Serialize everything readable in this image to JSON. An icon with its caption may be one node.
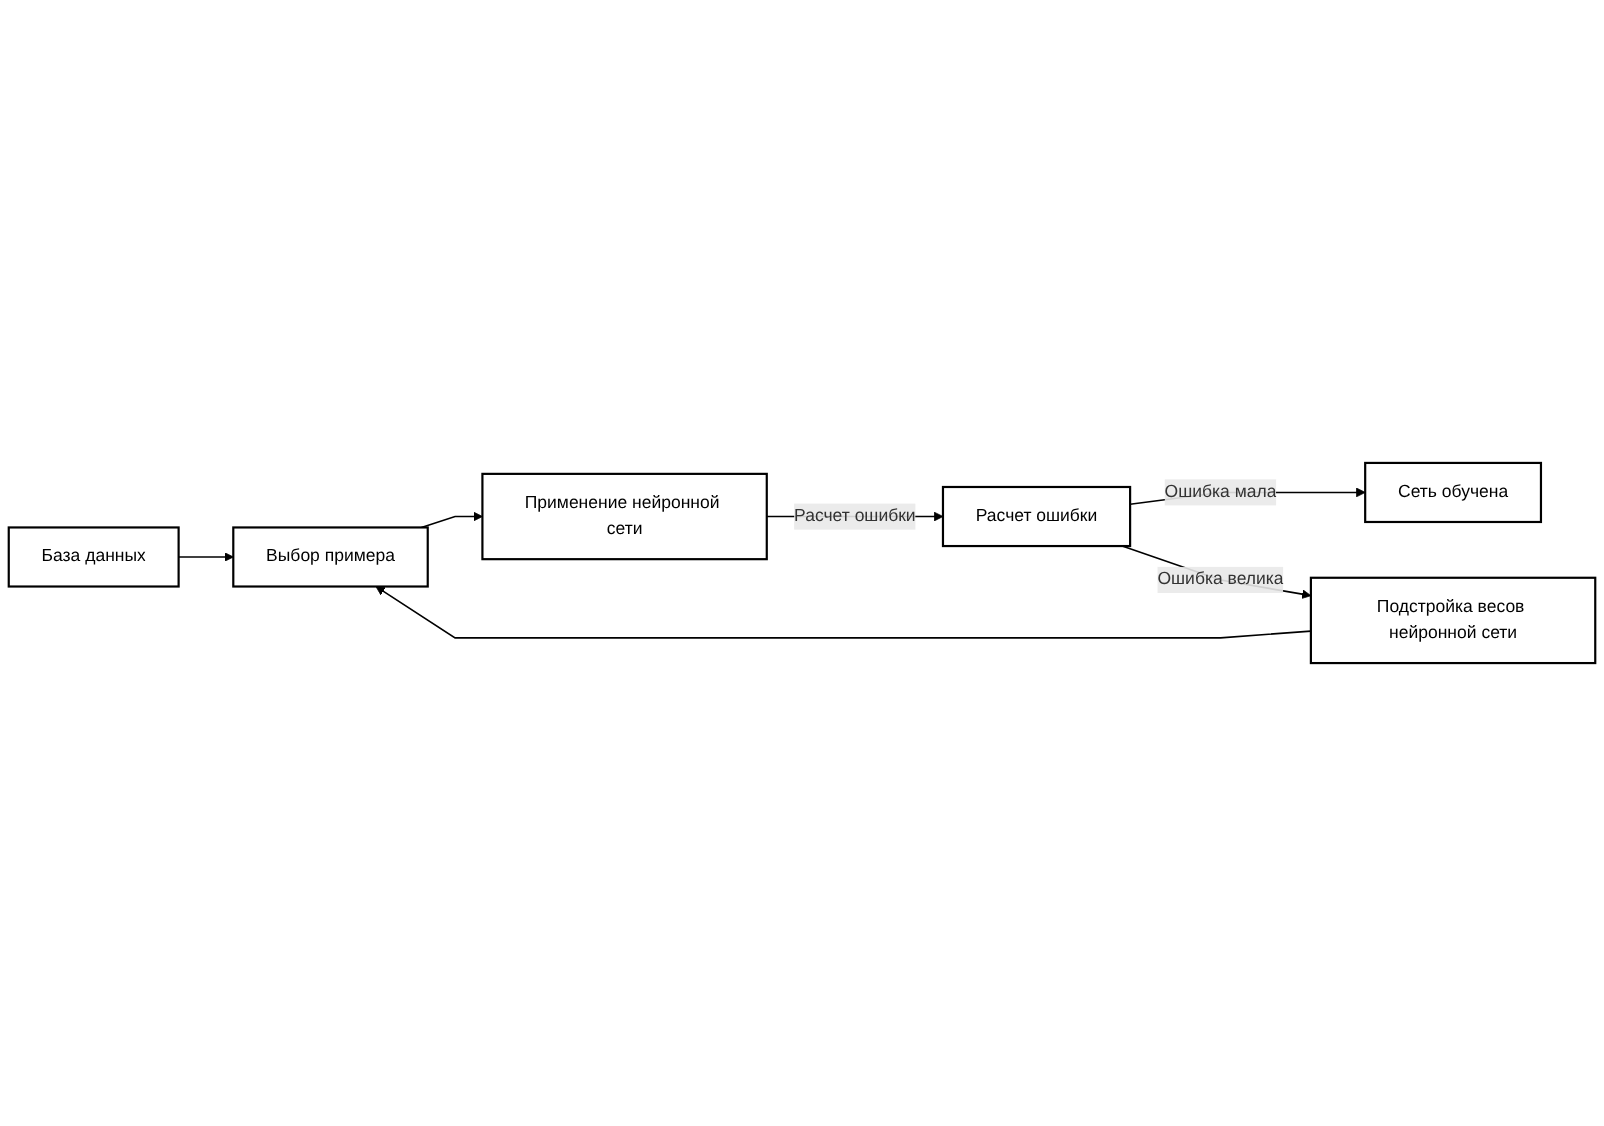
{
  "diagram": {
    "nodes": [
      {
        "text": [
          "База данных"
        ]
      },
      {
        "text": [
          "Выбор примера"
        ]
      },
      {
        "text": [
          "Применение нейронной сети"
        ]
      },
      {
        "text": [
          "Расчет ошибки"
        ]
      },
      {
        "text": [
          "Сеть обучена"
        ]
      },
      {
        "text": [
          "Подстройка весов нейронной сети"
        ]
      }
    ],
    "edges": [
      {
        "from": 0,
        "to": 1,
        "arrow": "to"
      },
      {
        "from": 1,
        "to": 2,
        "arrow": "to"
      },
      {
        "from": 2,
        "to": 3,
        "label": "Расчет ошибки",
        "arrow": "to"
      },
      {
        "from": 3,
        "to": 4,
        "label": "Ошибка мала",
        "arrow": "to"
      },
      {
        "from": 3,
        "to": 5,
        "label": "Ошибка велика",
        "arrow": "to"
      },
      {
        "from": 5,
        "to": 1,
        "arrow": "to"
      }
    ]
  }
}
